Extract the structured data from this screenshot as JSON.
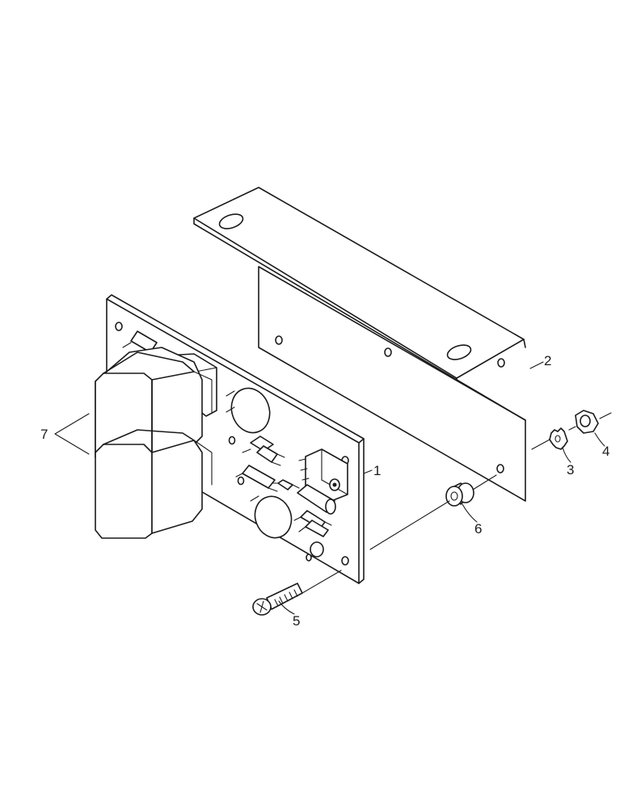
{
  "diagram": {
    "callouts": {
      "c1": "1",
      "c2": "2",
      "c3": "3",
      "c4": "4",
      "c5": "5",
      "c6": "6",
      "c7": "7"
    },
    "line_color": "#1a1a1a",
    "background": "#ffffff"
  }
}
